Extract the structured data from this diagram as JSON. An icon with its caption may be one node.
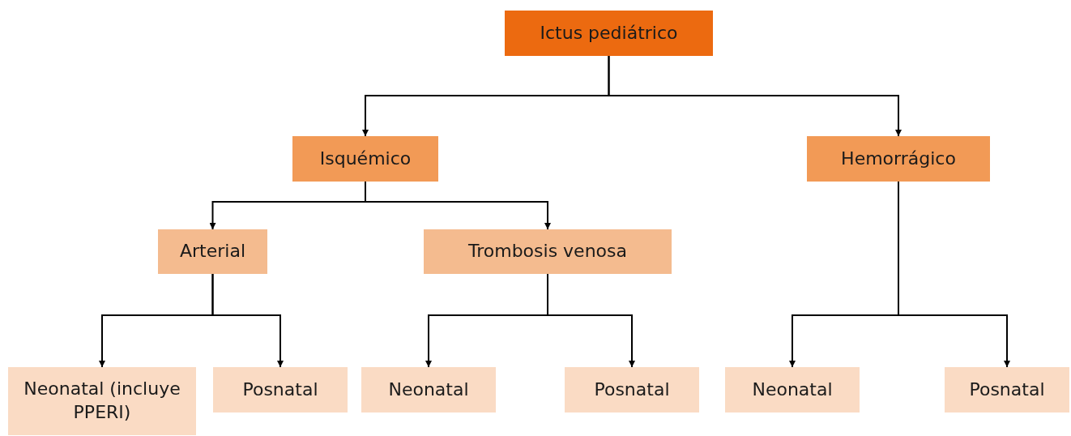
{
  "diagram": {
    "nodes": [
      {
        "text": [
          "Ictus pediátrico"
        ]
      },
      {
        "text": [
          "Isquémico"
        ]
      },
      {
        "text": [
          "Hemorrágico"
        ]
      },
      {
        "text": [
          "Arterial"
        ]
      },
      {
        "text": [
          "Trombosis venosa"
        ]
      },
      {
        "text": [
          "Neonatal (incluye PPERI)"
        ]
      },
      {
        "text": [
          "Posnatal"
        ]
      },
      {
        "text": [
          "Neonatal"
        ]
      },
      {
        "text": [
          "Posnatal"
        ]
      },
      {
        "text": [
          "Neonatal"
        ]
      },
      {
        "text": [
          "Posnatal"
        ]
      }
    ],
    "edges": [
      {
        "from": 0,
        "to": 1,
        "arrow": "to"
      },
      {
        "from": 0,
        "to": 2,
        "arrow": "to"
      },
      {
        "from": 1,
        "to": 3,
        "arrow": "to"
      },
      {
        "from": 1,
        "to": 4,
        "arrow": "to"
      },
      {
        "from": 3,
        "to": 5,
        "arrow": "to"
      },
      {
        "from": 3,
        "to": 6,
        "arrow": "to"
      },
      {
        "from": 4,
        "to": 7,
        "arrow": "to"
      },
      {
        "from": 4,
        "to": 8,
        "arrow": "to"
      },
      {
        "from": 2,
        "to": 9,
        "arrow": "to"
      },
      {
        "from": 2,
        "to": 10,
        "arrow": "to"
      }
    ]
  }
}
